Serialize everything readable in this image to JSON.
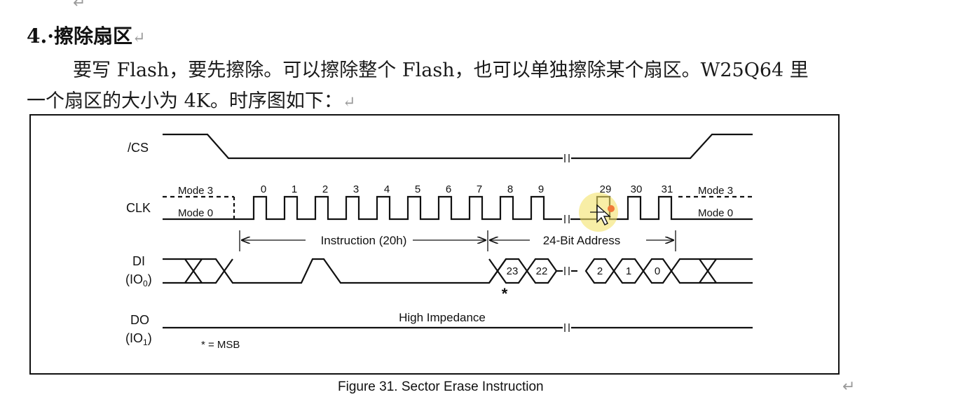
{
  "document": {
    "top_mark": "↵",
    "heading": {
      "text": "4.·擦除扇区",
      "mark": "↵"
    },
    "body": {
      "line1": "要写 Flash，要先擦除。可以擦除整个 Flash，也可以单独擦除某个扇区。W25Q64 里",
      "line2": "一个扇区的大小为 4K。时序图如下：",
      "line2_mark": "↵"
    },
    "caption": {
      "text": "Figure 31. Sector Erase Instruction",
      "mark": "↵"
    }
  },
  "diagram": {
    "signals": {
      "cs": "/CS",
      "clk": "CLK",
      "di": "DI",
      "di_sub_pre": "(IO",
      "di_sub": "0",
      "di_sub_post": ")",
      "do": "DO",
      "do_sub_pre": "(IO",
      "do_sub": "1",
      "do_sub_post": ")"
    },
    "mode_labels": {
      "mode3_left": "Mode 3",
      "mode0_left": "Mode 0",
      "mode3_right": "Mode 3",
      "mode0_right": "Mode 0"
    },
    "clock_numbers": [
      "0",
      "1",
      "2",
      "3",
      "4",
      "5",
      "6",
      "7",
      "8",
      "9",
      "29",
      "30",
      "31"
    ],
    "instruction_label": "Instruction (20h)",
    "address_label": "24-Bit Address",
    "address_bits": [
      "23",
      "22",
      "2",
      "1",
      "0"
    ],
    "msb_star": "*",
    "high_impedance": "High Impedance",
    "msb_note": "* = MSB"
  }
}
